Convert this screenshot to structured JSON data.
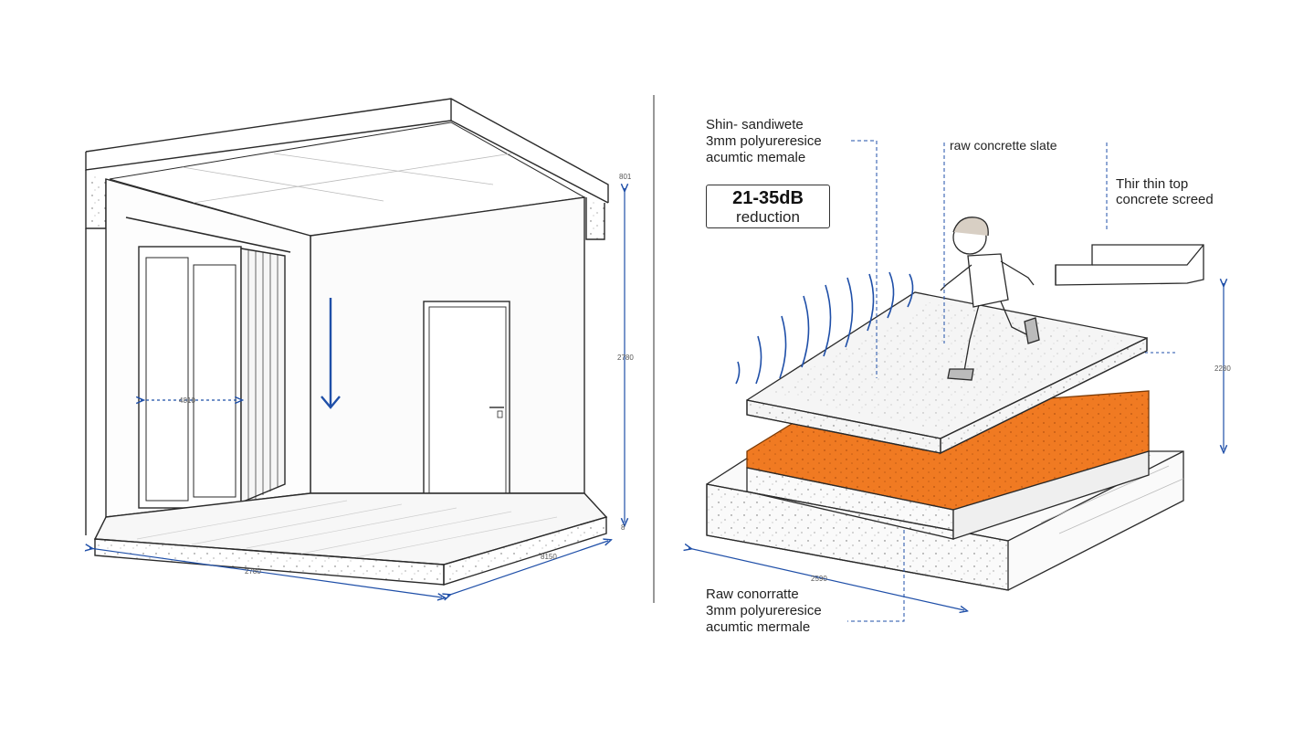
{
  "room": {
    "dims": {
      "height_right": "2780",
      "door_width": "4810",
      "base_front": "2780",
      "base_side": "8150",
      "corner_mark": "8",
      "top_mark": "801"
    }
  },
  "layers": {
    "label_top_left": [
      "Shin- sandiwete",
      "3mm polyureresice",
      "acumtic memale"
    ],
    "label_top_mid": "raw concrette slate",
    "label_top_right": [
      "Thir thin top",
      "concrete screed"
    ],
    "badge": {
      "value": "21-35dB",
      "caption": "reduction"
    },
    "label_bottom": [
      "Raw conorratte",
      "3mm polyureresice",
      "acumtic mermale"
    ],
    "dims": {
      "height_right": "2280",
      "base_front": "2590"
    }
  },
  "colors": {
    "line": "#2a2a2a",
    "dimension_blue": "#1f4fa8",
    "membrane_orange": "#f07a22",
    "concrete": "#f3f3f3"
  }
}
